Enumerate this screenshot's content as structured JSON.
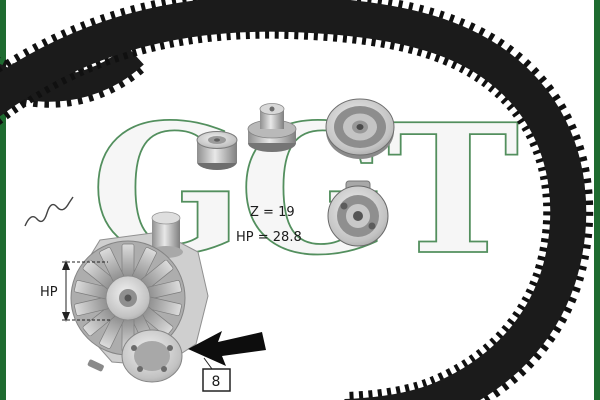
{
  "photo": {
    "watermark_text": "GGT",
    "labels": {
      "teeth": "Z = 19",
      "width": "HP = 28.8",
      "height_dim": "HP",
      "ref_number": "8"
    },
    "colors": {
      "edge_bars": "#1e6b30",
      "belt": "#171717",
      "watermark_outline": "#4a8a56",
      "annotation_ink": "#1c1c1c"
    },
    "icons": [
      "timing-belt-graphic",
      "idler-roller-small-icon",
      "idler-roller-medium-icon",
      "camshaft-pulley-icon",
      "tensioner-pulley-icon",
      "water-pump-icon",
      "direction-arrow-icon",
      "squiggle-mark-icon"
    ]
  }
}
